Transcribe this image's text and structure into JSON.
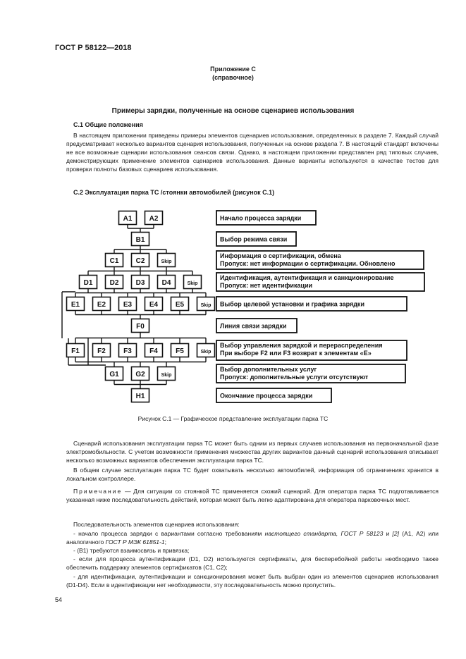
{
  "header": {
    "standard": "ГОСТ Р 58122—2018"
  },
  "annex": {
    "line1": "Приложение С",
    "line2": "(справочное)"
  },
  "title": "Примеры зарядки, полученные на основе сценариев использования",
  "section1": {
    "heading": "С.1  Общие положения",
    "body": "В настоящем приложении приведены примеры элементов сценариев использования, определенных в разделе 7. Каждый случай предусматривает несколько вариантов сценария использования, полученных на основе раздела 7. В настоящий стандарт включены не все возможные сценарии использования сеансов связи. Однако, в настоящем приложении представлен ряд типовых случаев, демонстрирующих применение элементов сценариев использования. Данные варианты используются в качестве тестов для проверки полноты базовых сценариев использования."
  },
  "section2": {
    "heading": "С.2  Эксплуатация парка ТС /стоянки автомобилей (рисунок С.1)"
  },
  "figure": {
    "rows": [
      {
        "boxes": [
          "A1",
          "A2"
        ]
      },
      {
        "boxes": [
          "B1"
        ]
      },
      {
        "boxes": [
          "C1",
          "C2",
          "Skip"
        ]
      },
      {
        "boxes": [
          "D1",
          "D2",
          "D3",
          "D4",
          "Skip"
        ]
      },
      {
        "boxes": [
          "E1",
          "E2",
          "E3",
          "E4",
          "E5",
          "Skip"
        ]
      },
      {
        "boxes": [
          "F0"
        ]
      },
      {
        "boxes": [
          "F1",
          "F2",
          "F3",
          "F4",
          "F5",
          "Skip"
        ]
      },
      {
        "boxes": [
          "G1",
          "G2",
          "Skip"
        ]
      },
      {
        "boxes": [
          "H1"
        ]
      }
    ],
    "labels": [
      [
        "Начало процесса зарядки"
      ],
      [
        "Выбор режима связи"
      ],
      [
        "Информация о сертификации, обмена",
        "Пропуск: нет информации о сертификации. Обновлено"
      ],
      [
        "Идентификация, аутентификация и санкционирование",
        "Пропуск: нет идентификации"
      ],
      [
        "Выбор целевой установки и графика зарядки"
      ],
      [
        "Линия связи зарядки"
      ],
      [
        "Выбор управления зарядкой и перераспределения",
        "При выборе F2 или F3 возврат к элементам «E»"
      ],
      [
        "Выбор дополнительных услуг",
        "Пропуск: дополнительные услуги отсутствуют"
      ],
      [
        "Окончание процесса зарядки"
      ]
    ],
    "caption": "Рисунок С.1 — Графическое представление эксплуатации парка ТС"
  },
  "body": {
    "p1": "Сценарий использования эксплуатации парка ТС может быть одним из первых случаев использования на первоначальной фазе электромобильности. С учетом возможности применения множества других вариантов данный сценарий использования описывает несколько возможных вариантов обеспечения эксплуатации парка ТС.",
    "p2": "В общем случае эксплуатация парка ТС будет охватывать несколько автомобилей, информация об ограничениях хранится в локальном контроллере.",
    "note_label": "Примечание",
    "note_text": " — Для ситуации со стоянкой ТС применяется схожий сценарий. Для оператора парка ТС подготавливается указанная ниже последовательность действий, которая может быть легко адаптирована для оператора парковочных мест.",
    "seq_intro": "Последовательность элементов сценариев использования:",
    "item1_a": "- начало процесса зарядки с вариантами согласно требованиям ",
    "item1_b": "настоящего стандарта, ГОСТ Р 58123",
    "item1_c": " и ",
    "item1_d": "[2]",
    "item1_e": " (А1, А2) или аналогичного ",
    "item1_f": "ГОСТ Р МЭК 61851-1",
    "item1_g": ";",
    "item2": "- (В1) требуются взаимосвязь и привязка;",
    "item3": "- если для процесса аутентификации (D1, D2) используются сертификаты, для бесперебойной работы необходимо также обеспечить поддержку элементов сертификатов (С1, С2);",
    "item4": "- для идентификации, аутентификации и санкционирования может быть выбран один из элементов сценариев использования (D1-D4). Если в идентификации нет необходимости, эту последовательность можно пропустить."
  },
  "page_number": "54"
}
